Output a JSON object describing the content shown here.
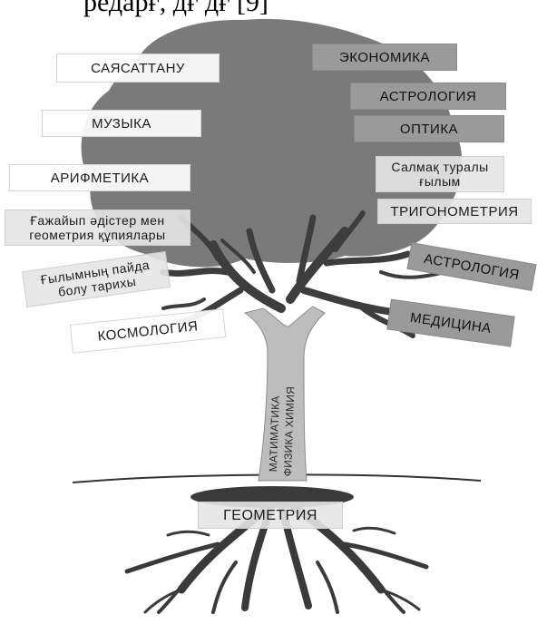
{
  "caption": "редарғ, дғ дғ [9]",
  "trunk": {
    "line1": "МАТИМАТИКА",
    "line2": "ФИЗИКА ХИМИЯ"
  },
  "labels": {
    "sayasattanu": "САЯСАТТАНУ",
    "muzyka": "МУЗЫКА",
    "arifmetika": "АРИФМЕТИКА",
    "gazhaip": "Ғажайып әдістер мен геометрия құпиялары",
    "gylymnyn": "Ғылымның пайда болу тарихы",
    "kosmologia": "КОСМОЛОГИЯ",
    "ekonomika": "ЭКОНОМИКА",
    "astrologia_top": "АСТРОЛОГИЯ",
    "optika": "ОПТИКА",
    "salmak": "Салмақ туралы ғылым",
    "trigonometria": "ТРИГОНОМЕТРИЯ",
    "astrologia_right": "АСТРОЛОГИЯ",
    "meditsina": "МЕДИЦИНА",
    "geometria": "ГЕОМЕТРИЯ"
  }
}
